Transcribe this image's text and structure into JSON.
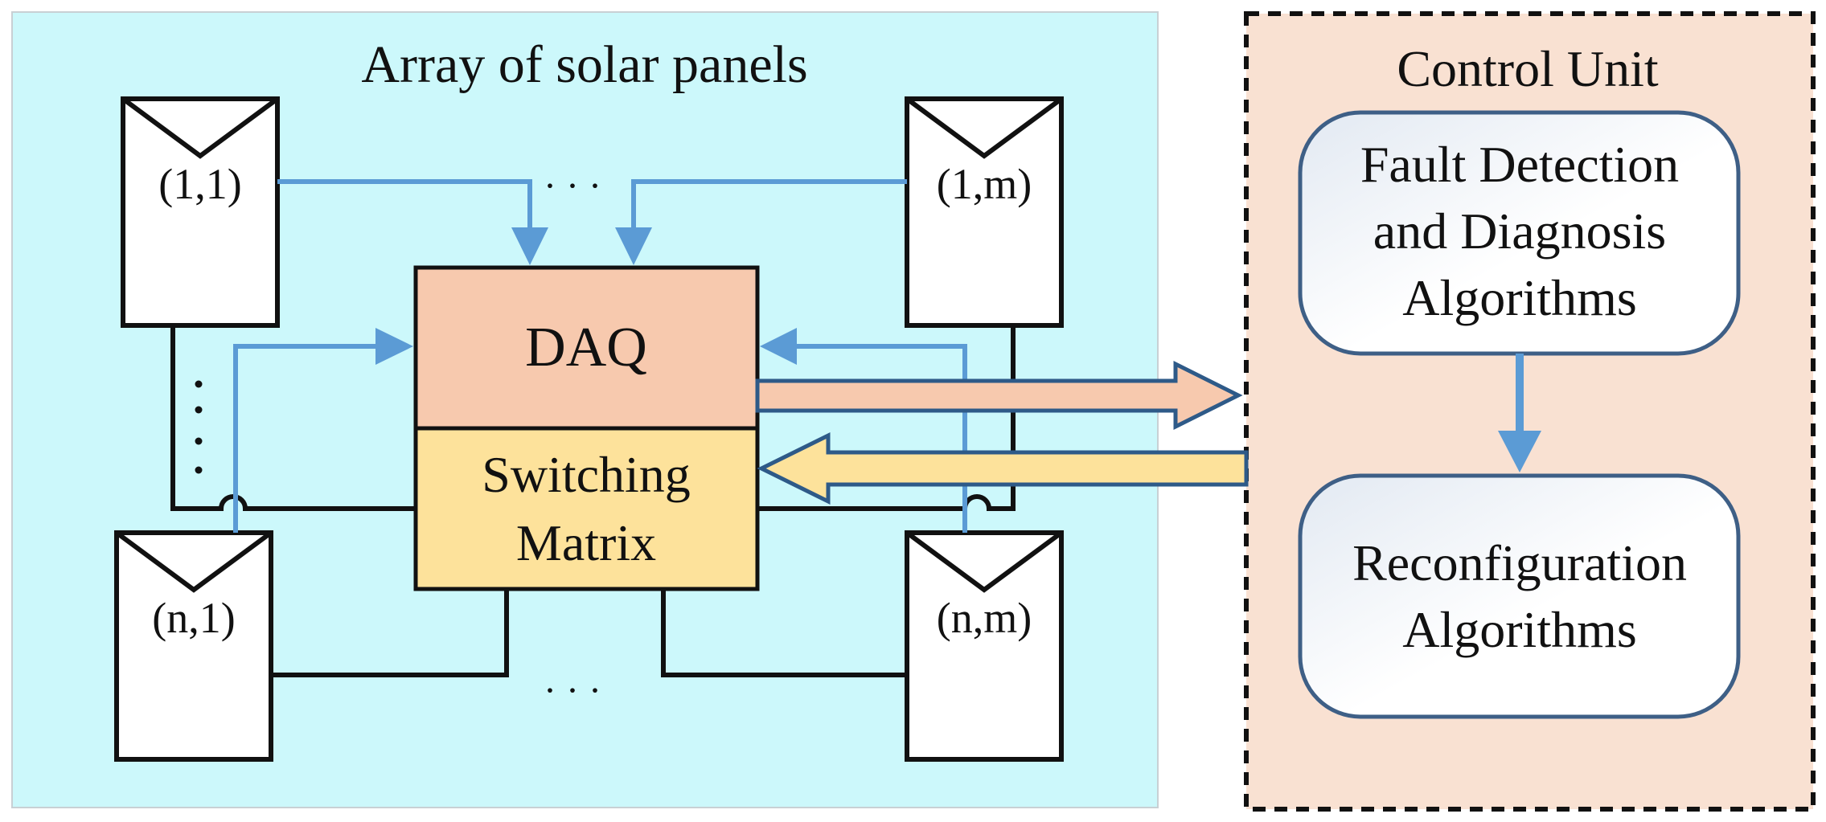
{
  "array": {
    "title": "Array of solar panels",
    "panels": [
      "(1,1)",
      "(1,m)",
      "(n,1)",
      "(n,m)"
    ],
    "ellipsis": "· · ·"
  },
  "daq": {
    "label": "DAQ"
  },
  "switching_matrix": {
    "line1": "Switching",
    "line2": "Matrix"
  },
  "control_unit": {
    "title": "Control Unit",
    "fdd": {
      "line1": "Fault Detection",
      "line2": "and Diagnosis",
      "line3": "Algorithms"
    },
    "reconfig": {
      "line1": "Reconfiguration",
      "line2": "Algorithms"
    }
  },
  "colors": {
    "array_bg": "#ccf8fb",
    "control_bg": "#f9e1d2",
    "daq_fill": "#f7c9ae",
    "switching_fill": "#fde29b",
    "blue_line": "#5b9bd5",
    "box_stroke": "#3e5f86"
  }
}
